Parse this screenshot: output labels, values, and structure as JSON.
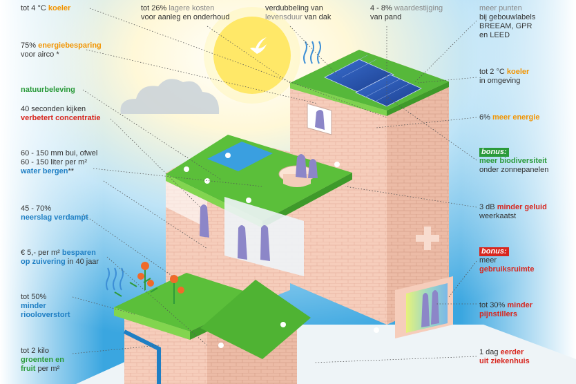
{
  "colors": {
    "orange": "#f29400",
    "green": "#2a9a3a",
    "red": "#d7261e",
    "blue": "#1f7fc4",
    "text": "#333333",
    "roof": "#5bbf3a",
    "building": "#f4c9b6",
    "sky": "#5fb8e8"
  },
  "top": {
    "t1": {
      "pre": "tot 4 °C ",
      "hl": "koeler"
    },
    "t2": {
      "pre": "tot 26% ",
      "hl": "lagere kosten",
      "post": "voor aanleg en onderhoud"
    },
    "t3": {
      "pre": "verdubbeling van",
      "hl": "levensduur",
      "post": " van dak"
    },
    "t4": {
      "pre": "4 - 8% ",
      "hl": "waardestijging",
      "post": "van pand"
    },
    "t5": {
      "hl": "meer punten",
      "post1": "bij gebouwlabels",
      "post2": "BREEAM, GPR",
      "post3": "en LEED"
    }
  },
  "left": {
    "l1": {
      "pre": "75% ",
      "hl": "energiebesparing",
      "post": "voor airco *"
    },
    "l2": {
      "hl": "natuurbeleving"
    },
    "l3": {
      "pre": "40 seconden kijken",
      "hl": "verbetert concentratie"
    },
    "l4": {
      "pre1": "60 - 150 mm bui, ofwel",
      "pre2": "60 - 150 liter per m²",
      "hl": "water bergen",
      "post": "**"
    },
    "l5": {
      "pre": "45 - 70%",
      "hl": "neerslag verdampt"
    },
    "l6": {
      "pre": "€ 5,- per m² ",
      "hl1": "besparen",
      "hl2": "op zuivering",
      "post": " in 40 jaar"
    },
    "l7": {
      "pre": "tot 50%",
      "hl1": "minder",
      "hl2": "riooloverstort"
    },
    "l8": {
      "pre": "tot 2 kilo",
      "hl1": "groenten en",
      "hl2": "fruit",
      "post": " per m²"
    }
  },
  "right": {
    "r1": {
      "pre": "tot 2 °C ",
      "hl": "koeler",
      "post": "in omgeving"
    },
    "r2": {
      "pre": "6% ",
      "hl": "meer energie"
    },
    "r3": {
      "bonus": "bonus:",
      "hl": "meer biodiversiteit",
      "post": "onder zonnepanelen"
    },
    "r4": {
      "pre": "3 dB ",
      "hl": "minder geluid",
      "post": "weerkaatst"
    },
    "r5": {
      "bonus": "bonus:",
      "pre": "meer",
      "hl": "gebruiksruimte"
    },
    "r6": {
      "pre": "tot 30% ",
      "hl1": "minder",
      "hl2": "pijnstillers"
    },
    "r7": {
      "pre": "1 dag ",
      "hl1": "eerder",
      "hl2": "uit ziekenhuis"
    }
  }
}
